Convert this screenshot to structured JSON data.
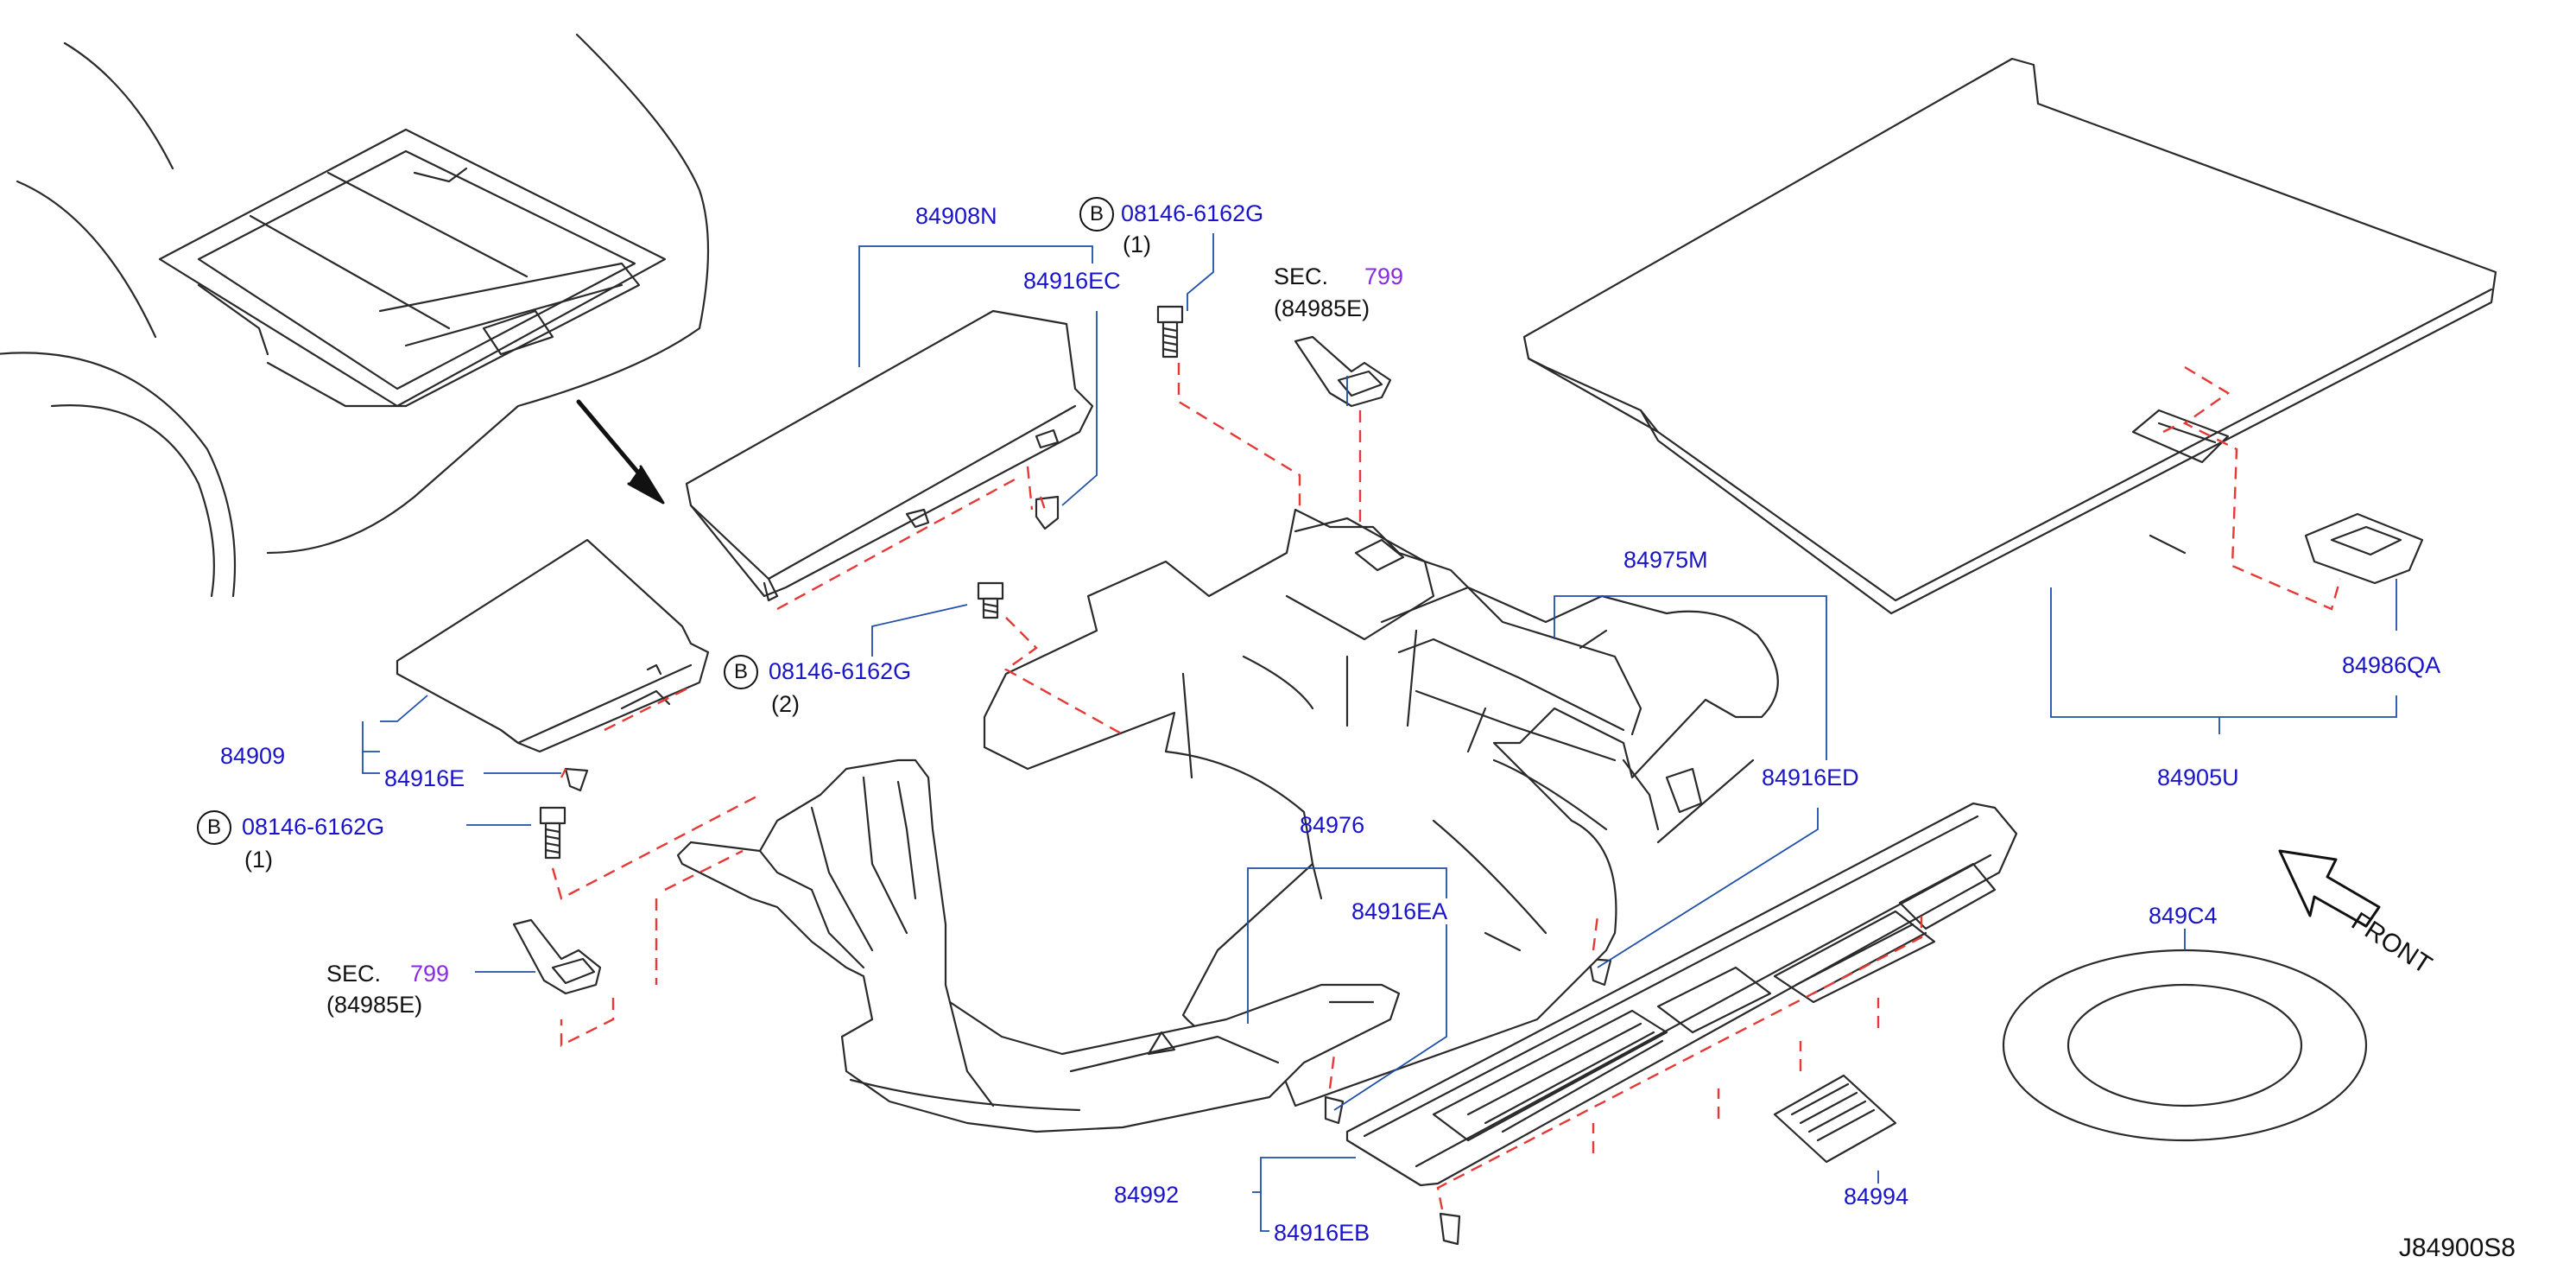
{
  "diagram_id": "J84900S8",
  "front_label": "FRONT",
  "bolt_circle_letter": "B",
  "colors": {
    "part_number": "#1a14c8",
    "section_number": "#8a2be2",
    "leader_line": "#1f4fa8",
    "dashed_line": "#e53935",
    "outline": "#2a2a2a"
  },
  "parts": {
    "p84908N": "84908N",
    "p84916EC": "84916EC",
    "bolt_top": "08146-6162G",
    "bolt_top_qty": "(1)",
    "sec_top": "SEC.",
    "sec_top_num": "799",
    "sec_top_ref": "(84985E)",
    "bolt_mid": "08146-6162G",
    "bolt_mid_qty": "(2)",
    "p84909": "84909",
    "p84916E": "84916E",
    "bolt_left": "08146-6162G",
    "bolt_left_qty": "(1)",
    "sec_left": "SEC.",
    "sec_left_num": "799",
    "sec_left_ref": "(84985E)",
    "p84975M": "84975M",
    "p84916ED": "84916ED",
    "p84976": "84976",
    "p84916EA": "84916EA",
    "p84992": "84992",
    "p84916EB": "84916EB",
    "p84994": "84994",
    "p849C4": "849C4",
    "p84986QA": "84986QA",
    "p84905U": "84905U"
  }
}
